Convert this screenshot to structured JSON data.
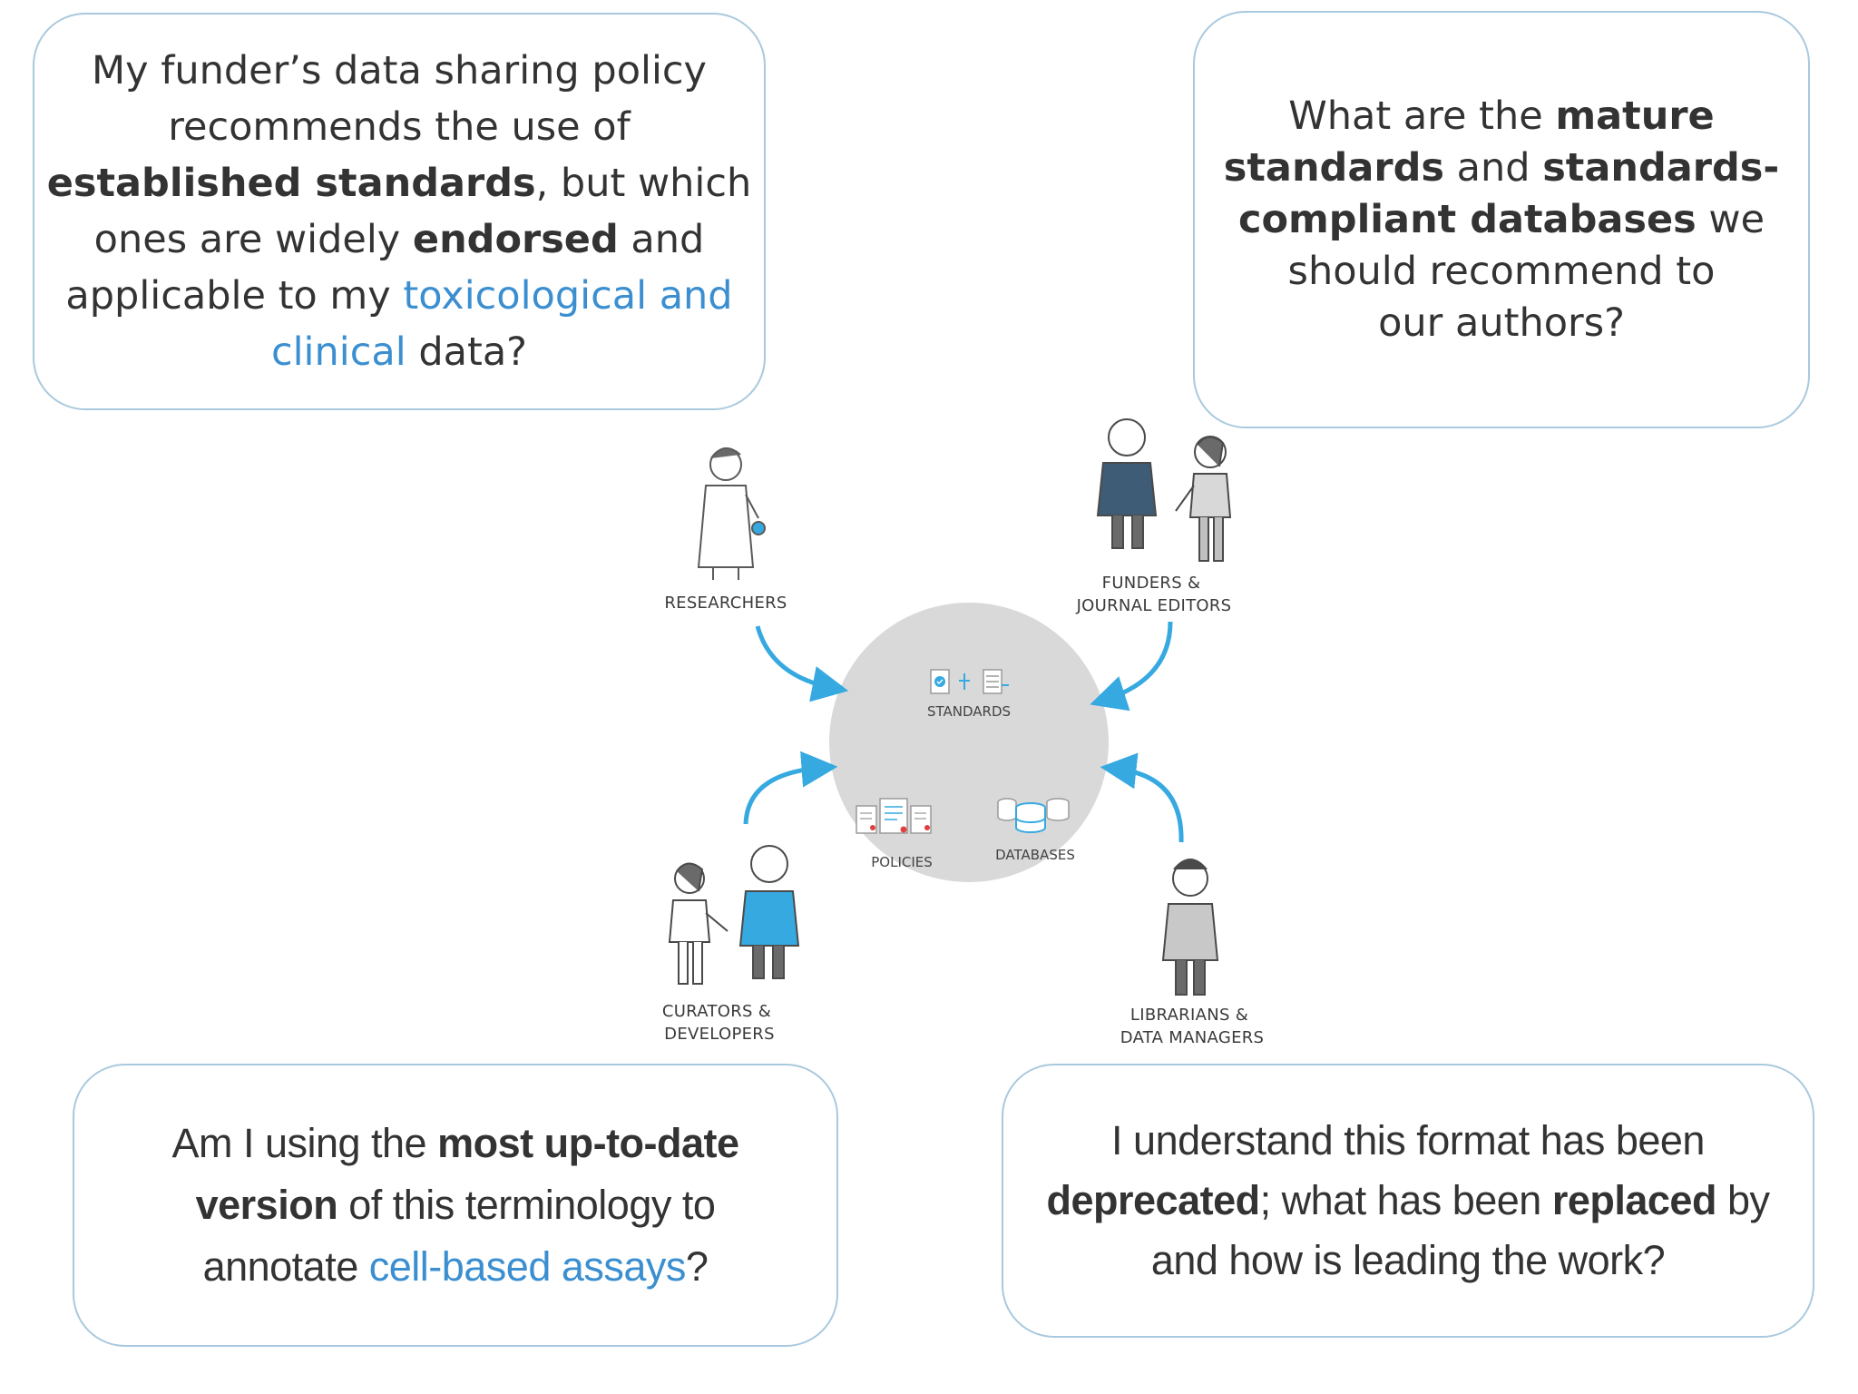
{
  "questions": {
    "top_left": {
      "lines": [
        [
          {
            "t": "My funder’s data sharing policy",
            "s": "n"
          }
        ],
        [
          {
            "t": "recommends the use of",
            "s": "n"
          }
        ],
        [
          {
            "t": "established standards",
            "s": "b"
          },
          {
            "t": ", but which",
            "s": "n"
          }
        ],
        [
          {
            "t": "ones are widely ",
            "s": "n"
          },
          {
            "t": "endorsed",
            "s": "b"
          },
          {
            "t": " and",
            "s": "n"
          }
        ],
        [
          {
            "t": "applicable to my ",
            "s": "n"
          },
          {
            "t": "toxicological and",
            "s": "h"
          }
        ],
        [
          {
            "t": "clinical",
            "s": "h"
          },
          {
            "t": " data?",
            "s": "n"
          }
        ]
      ]
    },
    "top_right": {
      "lines": [
        [
          {
            "t": "What are the ",
            "s": "n"
          },
          {
            "t": "mature",
            "s": "b"
          }
        ],
        [
          {
            "t": "standards",
            "s": "b"
          },
          {
            "t": " and ",
            "s": "n"
          },
          {
            "t": "standards-",
            "s": "b"
          }
        ],
        [
          {
            "t": "compliant databases",
            "s": "b"
          },
          {
            "t": " we",
            "s": "n"
          }
        ],
        [
          {
            "t": "should recommend to",
            "s": "n"
          }
        ],
        [
          {
            "t": "our authors?",
            "s": "n"
          }
        ]
      ]
    },
    "bottom_left": {
      "lines": [
        [
          {
            "t": "Am I using the ",
            "s": "n"
          },
          {
            "t": "most up-to-date",
            "s": "b"
          }
        ],
        [
          {
            "t": "version",
            "s": "b"
          },
          {
            "t": " of this terminology to",
            "s": "n"
          }
        ],
        [
          {
            "t": "annotate ",
            "s": "n"
          },
          {
            "t": "cell-based assays",
            "s": "h"
          },
          {
            "t": "?",
            "s": "n"
          }
        ]
      ]
    },
    "bottom_right": {
      "lines": [
        [
          {
            "t": "I understand this format has been",
            "s": "n"
          }
        ],
        [
          {
            "t": "deprecated",
            "s": "b"
          },
          {
            "t": "; what has been ",
            "s": "n"
          },
          {
            "t": "replaced",
            "s": "b"
          },
          {
            "t": " by",
            "s": "n"
          }
        ],
        [
          {
            "t": "and how is leading the work?",
            "s": "n"
          }
        ]
      ]
    }
  },
  "diagram": {
    "stakeholders": {
      "researchers": [
        "RESEARCHERS"
      ],
      "funders": [
        "FUNDERS &",
        "JOURNAL EDITORS"
      ],
      "curators": [
        "CURATORS &",
        "DEVELOPERS"
      ],
      "librarians": [
        "LIBRARIANS &",
        "DATA MANAGERS"
      ]
    },
    "center": {
      "standards": "STANDARDS",
      "policies": "POLICIES",
      "databases": "DATABASES"
    }
  },
  "colors": {
    "accent_blue": "#3b8fd0",
    "arrow_blue": "#36a9e1",
    "bubble_border": "#a9c9de",
    "circle_fill": "#d9d9d9"
  }
}
